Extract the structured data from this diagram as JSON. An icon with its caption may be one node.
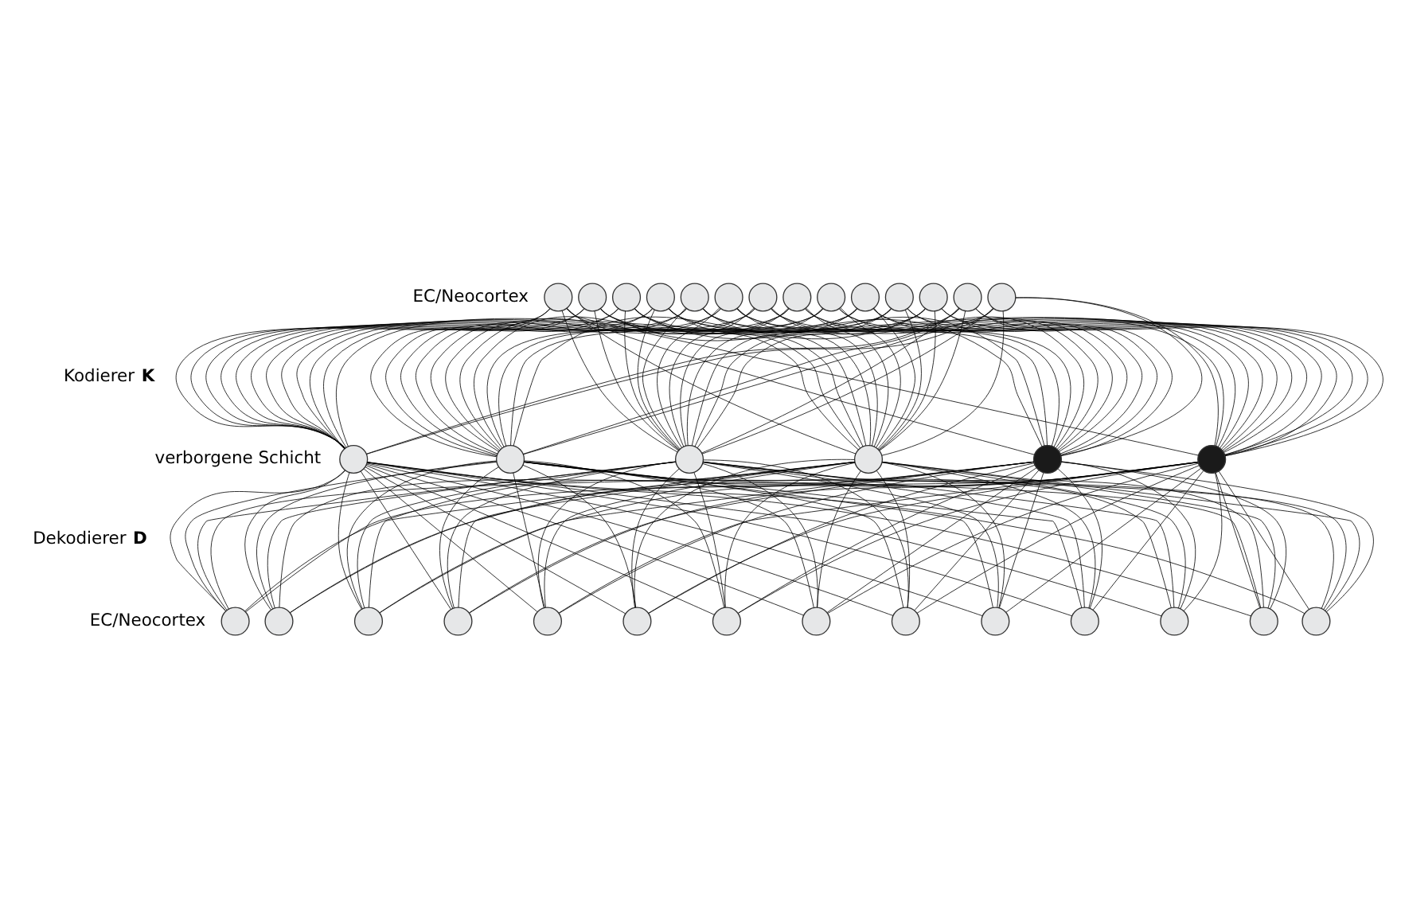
{
  "diagram": {
    "nodes": [
      {
        "text": [],
        "shape": "circle"
      },
      {
        "text": [],
        "shape": "circle"
      },
      {
        "text": [],
        "shape": "circle"
      },
      {
        "text": [],
        "shape": "circle"
      },
      {
        "text": [],
        "shape": "circle"
      },
      {
        "text": [],
        "shape": "circle"
      },
      {
        "text": [],
        "shape": "circle"
      },
      {
        "text": [],
        "shape": "circle"
      },
      {
        "text": [],
        "shape": "circle"
      },
      {
        "text": [],
        "shape": "circle"
      },
      {
        "text": [],
        "shape": "circle"
      },
      {
        "text": [],
        "shape": "circle"
      },
      {
        "text": [],
        "shape": "circle"
      },
      {
        "text": [],
        "shape": "circle"
      },
      {
        "text": [],
        "shape": "circle"
      },
      {
        "text": [],
        "shape": "circle"
      },
      {
        "text": [],
        "shape": "circle"
      },
      {
        "text": [],
        "shape": "circle"
      },
      {
        "text": [],
        "shape": "circle"
      },
      {
        "text": [],
        "shape": "circle"
      },
      {
        "text": [],
        "shape": "circle"
      },
      {
        "text": [],
        "shape": "circle"
      },
      {
        "text": [],
        "shape": "circle"
      },
      {
        "text": [],
        "shape": "circle"
      },
      {
        "text": [],
        "shape": "circle"
      },
      {
        "text": [],
        "shape": "circle"
      },
      {
        "text": [],
        "shape": "circle"
      },
      {
        "text": [],
        "shape": "circle"
      },
      {
        "text": [],
        "shape": "circle"
      },
      {
        "text": [],
        "shape": "circle"
      },
      {
        "text": [],
        "shape": "circle"
      },
      {
        "text": [],
        "shape": "circle"
      },
      {
        "text": [],
        "shape": "circle"
      },
      {
        "text": [],
        "shape": "circle"
      }
    ],
    "edges": [
      {
        "from": 0,
        "to": 14,
        "arrow": "none"
      },
      {
        "from": 0,
        "to": 15,
        "arrow": "none"
      },
      {
        "from": 0,
        "to": 16,
        "arrow": "none"
      },
      {
        "from": 0,
        "to": 17,
        "arrow": "none"
      },
      {
        "from": 0,
        "to": 18,
        "arrow": "none"
      },
      {
        "from": 0,
        "to": 19,
        "arrow": "none"
      },
      {
        "from": 1,
        "to": 14,
        "arrow": "none"
      },
      {
        "from": 1,
        "to": 15,
        "arrow": "none"
      },
      {
        "from": 1,
        "to": 16,
        "arrow": "none"
      },
      {
        "from": 1,
        "to": 17,
        "arrow": "none"
      },
      {
        "from": 1,
        "to": 18,
        "arrow": "none"
      },
      {
        "from": 1,
        "to": 19,
        "arrow": "none"
      },
      {
        "from": 2,
        "to": 14,
        "arrow": "none"
      },
      {
        "from": 2,
        "to": 15,
        "arrow": "none"
      },
      {
        "from": 2,
        "to": 16,
        "arrow": "none"
      },
      {
        "from": 2,
        "to": 17,
        "arrow": "none"
      },
      {
        "from": 2,
        "to": 18,
        "arrow": "none"
      },
      {
        "from": 2,
        "to": 19,
        "arrow": "none"
      },
      {
        "from": 3,
        "to": 14,
        "arrow": "none"
      },
      {
        "from": 3,
        "to": 15,
        "arrow": "none"
      },
      {
        "from": 3,
        "to": 16,
        "arrow": "none"
      },
      {
        "from": 3,
        "to": 17,
        "arrow": "none"
      },
      {
        "from": 3,
        "to": 18,
        "arrow": "none"
      },
      {
        "from": 3,
        "to": 19,
        "arrow": "none"
      },
      {
        "from": 4,
        "to": 14,
        "arrow": "none"
      },
      {
        "from": 4,
        "to": 15,
        "arrow": "none"
      },
      {
        "from": 4,
        "to": 16,
        "arrow": "none"
      },
      {
        "from": 4,
        "to": 17,
        "arrow": "none"
      },
      {
        "from": 4,
        "to": 18,
        "arrow": "none"
      },
      {
        "from": 4,
        "to": 19,
        "arrow": "none"
      },
      {
        "from": 5,
        "to": 14,
        "arrow": "none"
      },
      {
        "from": 5,
        "to": 15,
        "arrow": "none"
      },
      {
        "from": 5,
        "to": 16,
        "arrow": "none"
      },
      {
        "from": 5,
        "to": 17,
        "arrow": "none"
      },
      {
        "from": 5,
        "to": 18,
        "arrow": "none"
      },
      {
        "from": 5,
        "to": 19,
        "arrow": "none"
      },
      {
        "from": 6,
        "to": 14,
        "arrow": "none"
      },
      {
        "from": 6,
        "to": 15,
        "arrow": "none"
      },
      {
        "from": 6,
        "to": 16,
        "arrow": "none"
      },
      {
        "from": 6,
        "to": 17,
        "arrow": "none"
      },
      {
        "from": 6,
        "to": 18,
        "arrow": "none"
      },
      {
        "from": 6,
        "to": 19,
        "arrow": "none"
      },
      {
        "from": 7,
        "to": 14,
        "arrow": "none"
      },
      {
        "from": 7,
        "to": 15,
        "arrow": "none"
      },
      {
        "from": 7,
        "to": 16,
        "arrow": "none"
      },
      {
        "from": 7,
        "to": 17,
        "arrow": "none"
      },
      {
        "from": 7,
        "to": 18,
        "arrow": "none"
      },
      {
        "from": 7,
        "to": 19,
        "arrow": "none"
      },
      {
        "from": 8,
        "to": 14,
        "arrow": "none"
      },
      {
        "from": 8,
        "to": 15,
        "arrow": "none"
      },
      {
        "from": 8,
        "to": 16,
        "arrow": "none"
      },
      {
        "from": 8,
        "to": 17,
        "arrow": "none"
      },
      {
        "from": 8,
        "to": 18,
        "arrow": "none"
      },
      {
        "from": 8,
        "to": 19,
        "arrow": "none"
      },
      {
        "from": 9,
        "to": 14,
        "arrow": "none"
      },
      {
        "from": 9,
        "to": 15,
        "arrow": "none"
      },
      {
        "from": 9,
        "to": 16,
        "arrow": "none"
      },
      {
        "from": 9,
        "to": 17,
        "arrow": "none"
      },
      {
        "from": 9,
        "to": 18,
        "arrow": "none"
      },
      {
        "from": 9,
        "to": 19,
        "arrow": "none"
      },
      {
        "from": 10,
        "to": 14,
        "arrow": "none"
      },
      {
        "from": 10,
        "to": 15,
        "arrow": "none"
      },
      {
        "from": 10,
        "to": 16,
        "arrow": "none"
      },
      {
        "from": 10,
        "to": 17,
        "arrow": "none"
      },
      {
        "from": 10,
        "to": 18,
        "arrow": "none"
      },
      {
        "from": 10,
        "to": 19,
        "arrow": "none"
      },
      {
        "from": 11,
        "to": 14,
        "arrow": "none"
      },
      {
        "from": 11,
        "to": 15,
        "arrow": "none"
      },
      {
        "from": 11,
        "to": 16,
        "arrow": "none"
      },
      {
        "from": 11,
        "to": 17,
        "arrow": "none"
      },
      {
        "from": 11,
        "to": 18,
        "arrow": "none"
      },
      {
        "from": 11,
        "to": 19,
        "arrow": "none"
      },
      {
        "from": 12,
        "to": 14,
        "arrow": "none"
      },
      {
        "from": 12,
        "to": 15,
        "arrow": "none"
      },
      {
        "from": 12,
        "to": 16,
        "arrow": "none"
      },
      {
        "from": 12,
        "to": 17,
        "arrow": "none"
      },
      {
        "from": 12,
        "to": 18,
        "arrow": "none"
      },
      {
        "from": 12,
        "to": 19,
        "arrow": "none"
      },
      {
        "from": 13,
        "to": 14,
        "arrow": "none"
      },
      {
        "from": 13,
        "to": 15,
        "arrow": "none"
      },
      {
        "from": 13,
        "to": 16,
        "arrow": "none"
      },
      {
        "from": 13,
        "to": 17,
        "arrow": "none"
      },
      {
        "from": 13,
        "to": 18,
        "arrow": "none"
      },
      {
        "from": 13,
        "to": 19,
        "arrow": "none"
      },
      {
        "from": 14,
        "to": 20,
        "arrow": "none"
      },
      {
        "from": 14,
        "to": 21,
        "arrow": "none"
      },
      {
        "from": 14,
        "to": 22,
        "arrow": "none"
      },
      {
        "from": 14,
        "to": 23,
        "arrow": "none"
      },
      {
        "from": 14,
        "to": 24,
        "arrow": "none"
      },
      {
        "from": 14,
        "to": 25,
        "arrow": "none"
      },
      {
        "from": 14,
        "to": 26,
        "arrow": "none"
      },
      {
        "from": 14,
        "to": 27,
        "arrow": "none"
      },
      {
        "from": 14,
        "to": 28,
        "arrow": "none"
      },
      {
        "from": 14,
        "to": 29,
        "arrow": "none"
      },
      {
        "from": 14,
        "to": 30,
        "arrow": "none"
      },
      {
        "from": 14,
        "to": 31,
        "arrow": "none"
      },
      {
        "from": 14,
        "to": 32,
        "arrow": "none"
      },
      {
        "from": 14,
        "to": 33,
        "arrow": "none"
      },
      {
        "from": 15,
        "to": 20,
        "arrow": "none"
      },
      {
        "from": 15,
        "to": 21,
        "arrow": "none"
      },
      {
        "from": 15,
        "to": 22,
        "arrow": "none"
      },
      {
        "from": 15,
        "to": 23,
        "arrow": "none"
      },
      {
        "from": 15,
        "to": 24,
        "arrow": "none"
      },
      {
        "from": 15,
        "to": 25,
        "arrow": "none"
      },
      {
        "from": 15,
        "to": 26,
        "arrow": "none"
      },
      {
        "from": 15,
        "to": 27,
        "arrow": "none"
      },
      {
        "from": 15,
        "to": 28,
        "arrow": "none"
      },
      {
        "from": 15,
        "to": 29,
        "arrow": "none"
      },
      {
        "from": 15,
        "to": 30,
        "arrow": "none"
      },
      {
        "from": 15,
        "to": 31,
        "arrow": "none"
      },
      {
        "from": 15,
        "to": 32,
        "arrow": "none"
      },
      {
        "from": 15,
        "to": 33,
        "arrow": "none"
      },
      {
        "from": 16,
        "to": 20,
        "arrow": "none"
      },
      {
        "from": 16,
        "to": 21,
        "arrow": "none"
      },
      {
        "from": 16,
        "to": 22,
        "arrow": "none"
      },
      {
        "from": 16,
        "to": 23,
        "arrow": "none"
      },
      {
        "from": 16,
        "to": 24,
        "arrow": "none"
      },
      {
        "from": 16,
        "to": 25,
        "arrow": "none"
      },
      {
        "from": 16,
        "to": 26,
        "arrow": "none"
      },
      {
        "from": 16,
        "to": 27,
        "arrow": "none"
      },
      {
        "from": 16,
        "to": 28,
        "arrow": "none"
      },
      {
        "from": 16,
        "to": 29,
        "arrow": "none"
      },
      {
        "from": 16,
        "to": 30,
        "arrow": "none"
      },
      {
        "from": 16,
        "to": 31,
        "arrow": "none"
      },
      {
        "from": 16,
        "to": 32,
        "arrow": "none"
      },
      {
        "from": 16,
        "to": 33,
        "arrow": "none"
      },
      {
        "from": 17,
        "to": 20,
        "arrow": "none"
      },
      {
        "from": 17,
        "to": 21,
        "arrow": "none"
      },
      {
        "from": 17,
        "to": 22,
        "arrow": "none"
      },
      {
        "from": 17,
        "to": 23,
        "arrow": "none"
      },
      {
        "from": 17,
        "to": 24,
        "arrow": "none"
      },
      {
        "from": 17,
        "to": 25,
        "arrow": "none"
      },
      {
        "from": 17,
        "to": 26,
        "arrow": "none"
      },
      {
        "from": 17,
        "to": 27,
        "arrow": "none"
      },
      {
        "from": 17,
        "to": 28,
        "arrow": "none"
      },
      {
        "from": 17,
        "to": 29,
        "arrow": "none"
      },
      {
        "from": 17,
        "to": 30,
        "arrow": "none"
      },
      {
        "from": 17,
        "to": 31,
        "arrow": "none"
      },
      {
        "from": 17,
        "to": 32,
        "arrow": "none"
      },
      {
        "from": 17,
        "to": 33,
        "arrow": "none"
      },
      {
        "from": 18,
        "to": 20,
        "arrow": "none"
      },
      {
        "from": 18,
        "to": 21,
        "arrow": "none"
      },
      {
        "from": 18,
        "to": 22,
        "arrow": "none"
      },
      {
        "from": 18,
        "to": 23,
        "arrow": "none"
      },
      {
        "from": 18,
        "to": 24,
        "arrow": "none"
      },
      {
        "from": 18,
        "to": 25,
        "arrow": "none"
      },
      {
        "from": 18,
        "to": 26,
        "arrow": "none"
      },
      {
        "from": 18,
        "to": 27,
        "arrow": "none"
      },
      {
        "from": 18,
        "to": 28,
        "arrow": "none"
      },
      {
        "from": 18,
        "to": 29,
        "arrow": "none"
      },
      {
        "from": 18,
        "to": 30,
        "arrow": "none"
      },
      {
        "from": 18,
        "to": 31,
        "arrow": "none"
      },
      {
        "from": 18,
        "to": 32,
        "arrow": "none"
      },
      {
        "from": 18,
        "to": 33,
        "arrow": "none"
      },
      {
        "from": 19,
        "to": 20,
        "arrow": "none"
      },
      {
        "from": 19,
        "to": 21,
        "arrow": "none"
      },
      {
        "from": 19,
        "to": 22,
        "arrow": "none"
      },
      {
        "from": 19,
        "to": 23,
        "arrow": "none"
      },
      {
        "from": 19,
        "to": 24,
        "arrow": "none"
      },
      {
        "from": 19,
        "to": 25,
        "arrow": "none"
      },
      {
        "from": 19,
        "to": 26,
        "arrow": "none"
      },
      {
        "from": 19,
        "to": 27,
        "arrow": "none"
      },
      {
        "from": 19,
        "to": 28,
        "arrow": "none"
      },
      {
        "from": 19,
        "to": 29,
        "arrow": "none"
      },
      {
        "from": 19,
        "to": 30,
        "arrow": "none"
      },
      {
        "from": 19,
        "to": 31,
        "arrow": "none"
      },
      {
        "from": 19,
        "to": 32,
        "arrow": "none"
      },
      {
        "from": 19,
        "to": 33,
        "arrow": "none"
      }
    ],
    "labels": [
      "EC/Neocortex",
      "Kodierer **K**",
      "verborgene Schicht",
      "Dekodierer **D**",
      "EC/Neocortex"
    ]
  }
}
